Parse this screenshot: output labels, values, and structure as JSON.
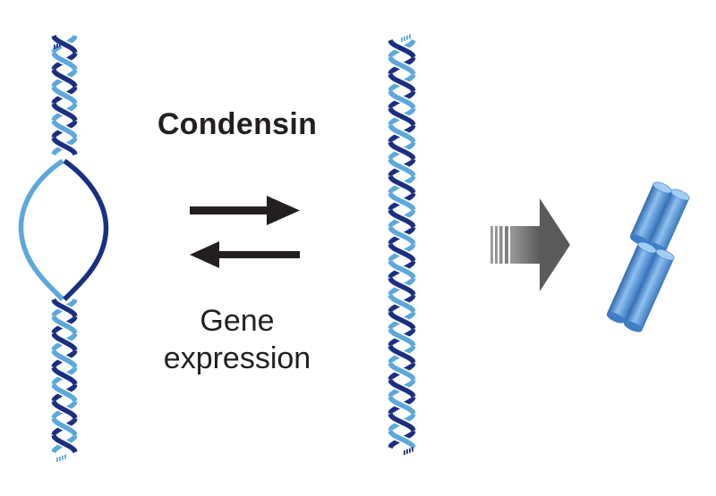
{
  "labels": {
    "condensin": "Condensin",
    "gene_line1": "Gene",
    "gene_line2": "expression"
  },
  "colors": {
    "strand_light": "#5ca8dc",
    "strand_dark": "#1a2f82",
    "arrow_black": "#231f20",
    "arrow_gray": "#6b6b6b",
    "chromosome_fill": "#4f8ed2",
    "chromosome_light": "#8ec1ef",
    "chromosome_dark": "#2f67ad"
  }
}
